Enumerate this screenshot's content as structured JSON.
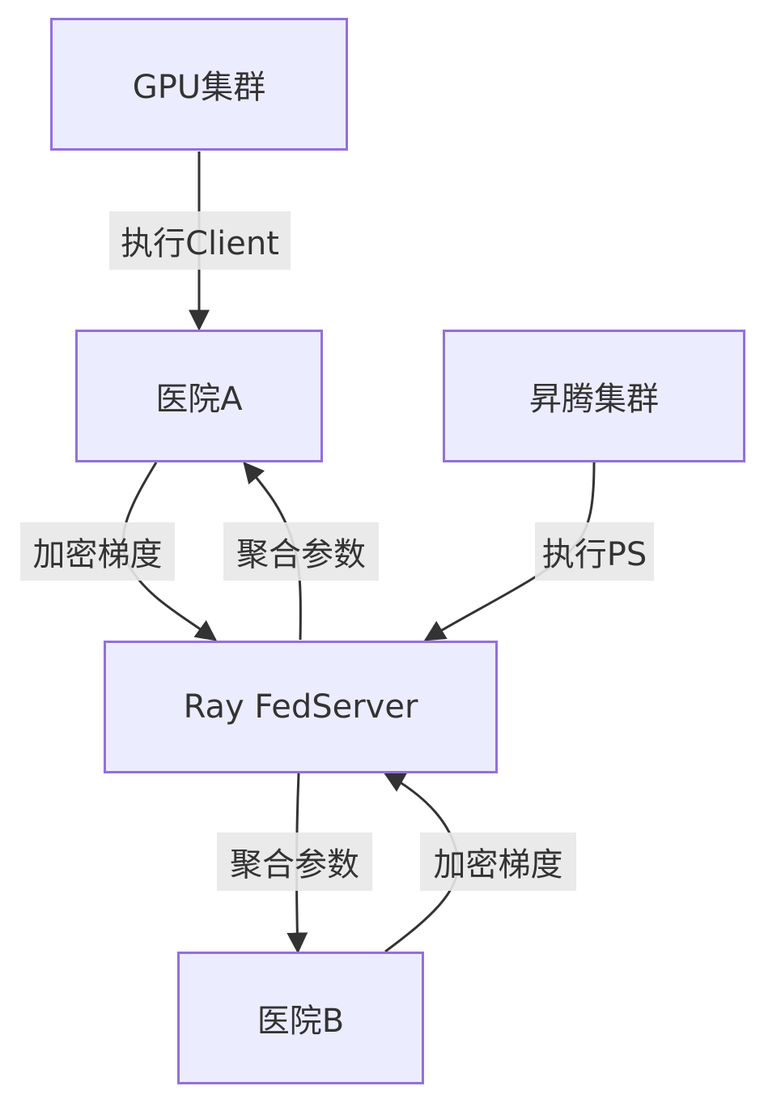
{
  "diagram": {
    "nodes": {
      "gpu_cluster": "GPU集群",
      "hospital_a": "医院A",
      "ascend_cluster": "昇腾集群",
      "fed_server": "Ray FedServer",
      "hospital_b": "医院B"
    },
    "edges": {
      "gpu_to_hospital_a": "执行Client",
      "hospital_a_to_server": "加密梯度",
      "server_to_hospital_a": "聚合参数",
      "ascend_to_server": "执行PS",
      "server_to_hospital_b": "聚合参数",
      "hospital_b_to_server": "加密梯度"
    }
  },
  "colors": {
    "node_fill": "#ECECFF",
    "node_border": "#9370DB",
    "edge": "#333333",
    "label_bg": "#E8E8E8",
    "text": "#333333"
  }
}
